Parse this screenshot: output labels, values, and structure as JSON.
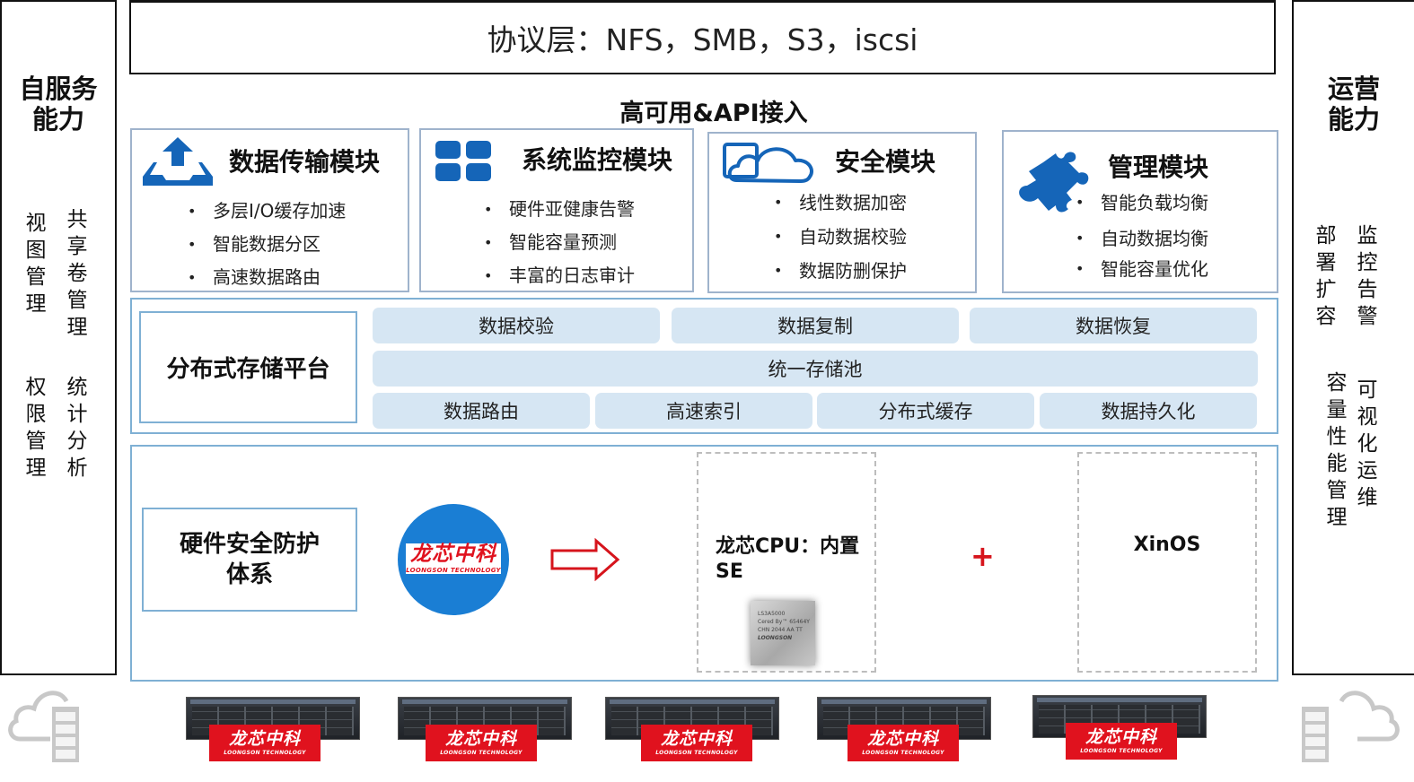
{
  "left_panel": {
    "title_line1": "自服务",
    "title_line2": "能力",
    "columns": [
      "视图管理",
      "共享卷管理",
      "权限管理",
      "统计分析"
    ]
  },
  "right_panel": {
    "title_line1": "运营",
    "title_line2": "能力",
    "columns": [
      "部署扩容",
      "监控告警",
      "容量性能管理",
      "可视化运维"
    ]
  },
  "protocol_layer": "协议层：NFS，SMB，S3，iscsi",
  "ha_api_title": "高可用&API接入",
  "modules": [
    {
      "title": "数据传输模块",
      "icon": "upload-tray-icon",
      "items": [
        "多层I/O缓存加速",
        "智能数据分区",
        "高速数据路由"
      ]
    },
    {
      "title": "系统监控模块",
      "icon": "grid-four-icon",
      "items": [
        "硬件亚健康告警",
        "智能容量预测",
        "丰富的日志审计"
      ]
    },
    {
      "title": "安全模块",
      "icon": "device-cloud-icon",
      "items": [
        "线性数据加密",
        "自动数据校验",
        "数据防删保护"
      ]
    },
    {
      "title": "管理模块",
      "icon": "puzzle-piece-icon",
      "items": [
        "智能负载均衡",
        "自动数据均衡",
        "智能容量优化"
      ]
    }
  ],
  "storage_platform": {
    "label": "分布式存储平台",
    "row1": [
      "数据校验",
      "数据复制",
      "数据恢复"
    ],
    "row2": "统一存储池",
    "row3": [
      "数据路由",
      "高速索引",
      "分布式缓存",
      "数据持久化"
    ]
  },
  "hardware": {
    "label_line1": "硬件安全防护",
    "label_line2": "体系",
    "brand_cn": "龙芯中科",
    "brand_en": "LOONGSON TECHNOLOGY",
    "cpu_line1": "龙芯CPU：内置",
    "cpu_line2": "SE",
    "plus": "+",
    "os": "XinOS",
    "chip_lines": [
      "LS3A5000",
      "Cered By™ 65464Y",
      "CHN 2044 AA TT",
      "LOONGSON"
    ]
  },
  "servers": {
    "count": 5,
    "brand_cn": "龙芯中科",
    "brand_en": "LOONGSON TECHNOLOGY"
  },
  "colors": {
    "accent_blue": "#1565b8",
    "chip_bg": "#d6e6f3",
    "frame_blue": "#7fb0d4",
    "brand_red": "#e0121e",
    "logo_circle": "#1a7ed4"
  }
}
